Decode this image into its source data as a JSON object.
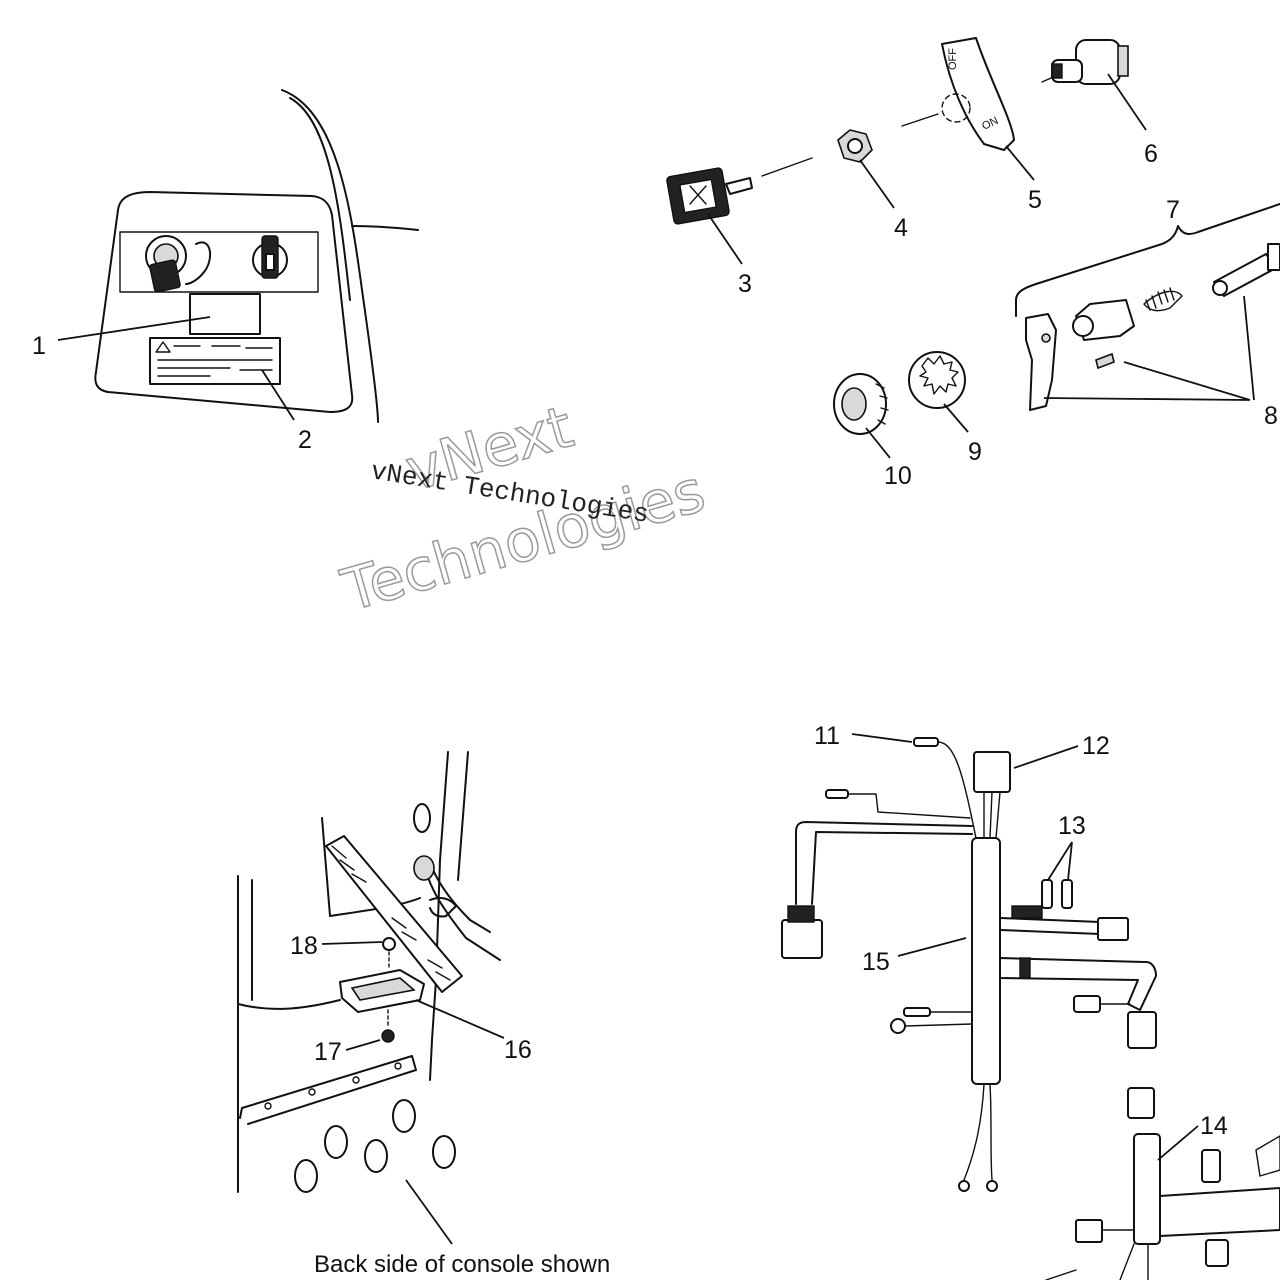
{
  "callouts": [
    {
      "id": "1",
      "label": "1"
    },
    {
      "id": "2",
      "label": "2"
    },
    {
      "id": "3",
      "label": "3"
    },
    {
      "id": "4",
      "label": "4"
    },
    {
      "id": "5",
      "label": "5"
    },
    {
      "id": "6",
      "label": "6"
    },
    {
      "id": "7",
      "label": "7"
    },
    {
      "id": "8",
      "label": "8"
    },
    {
      "id": "9",
      "label": "9"
    },
    {
      "id": "10",
      "label": "10"
    },
    {
      "id": "11",
      "label": "11"
    },
    {
      "id": "12",
      "label": "12"
    },
    {
      "id": "13",
      "label": "13"
    },
    {
      "id": "14",
      "label": "14"
    },
    {
      "id": "15",
      "label": "15"
    },
    {
      "id": "16",
      "label": "16"
    },
    {
      "id": "17",
      "label": "17"
    },
    {
      "id": "18",
      "label": "18"
    }
  ],
  "switch_plate": {
    "off": "OFF",
    "on": "ON"
  },
  "caption": "Back side of console shown",
  "watermark": {
    "outline_line1": "vNext",
    "outline_line2": "Technologies",
    "typed": "vNext Technologies"
  },
  "colors": {
    "ink": "#111111",
    "paper": "#ffffff",
    "watermark": "#9a9a9a"
  }
}
